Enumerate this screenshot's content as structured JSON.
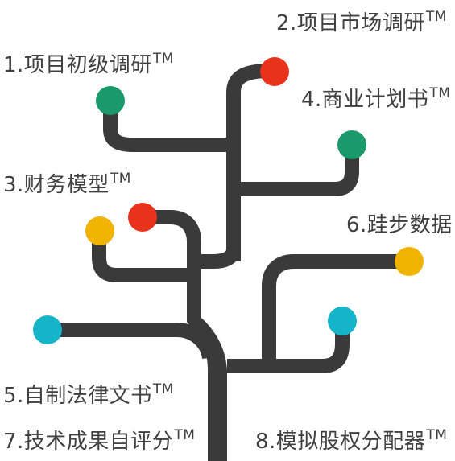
{
  "colors": {
    "branch": "#3a3a3a",
    "red": "#e8321c",
    "green": "#1a9a6a",
    "yellow": "#f0b400",
    "teal": "#15b4c8",
    "text": "#404040"
  },
  "nodes": [
    {
      "id": "red-top",
      "color": "red"
    },
    {
      "id": "green-left",
      "color": "green"
    },
    {
      "id": "green-right",
      "color": "green"
    },
    {
      "id": "red-mid",
      "color": "red"
    },
    {
      "id": "yellow-left",
      "color": "yellow"
    },
    {
      "id": "yellow-right",
      "color": "yellow"
    },
    {
      "id": "teal-left",
      "color": "teal"
    },
    {
      "id": "teal-right",
      "color": "teal"
    }
  ],
  "labels": [
    {
      "text": "2.项目市场调研",
      "tm": "TM"
    },
    {
      "text": "1.项目初级调研",
      "tm": "TM"
    },
    {
      "text": "4.商业计划书",
      "tm": "TM"
    },
    {
      "text": "3.财务模型",
      "tm": "TM"
    },
    {
      "text": "6.跬步数据",
      "tm": ""
    },
    {
      "text": "5.自制法律文书",
      "tm": "TM"
    },
    {
      "text": "7.技术成果自评分",
      "tm": "TM"
    },
    {
      "text": "8.模拟股权分配器",
      "tm": "TM"
    }
  ]
}
